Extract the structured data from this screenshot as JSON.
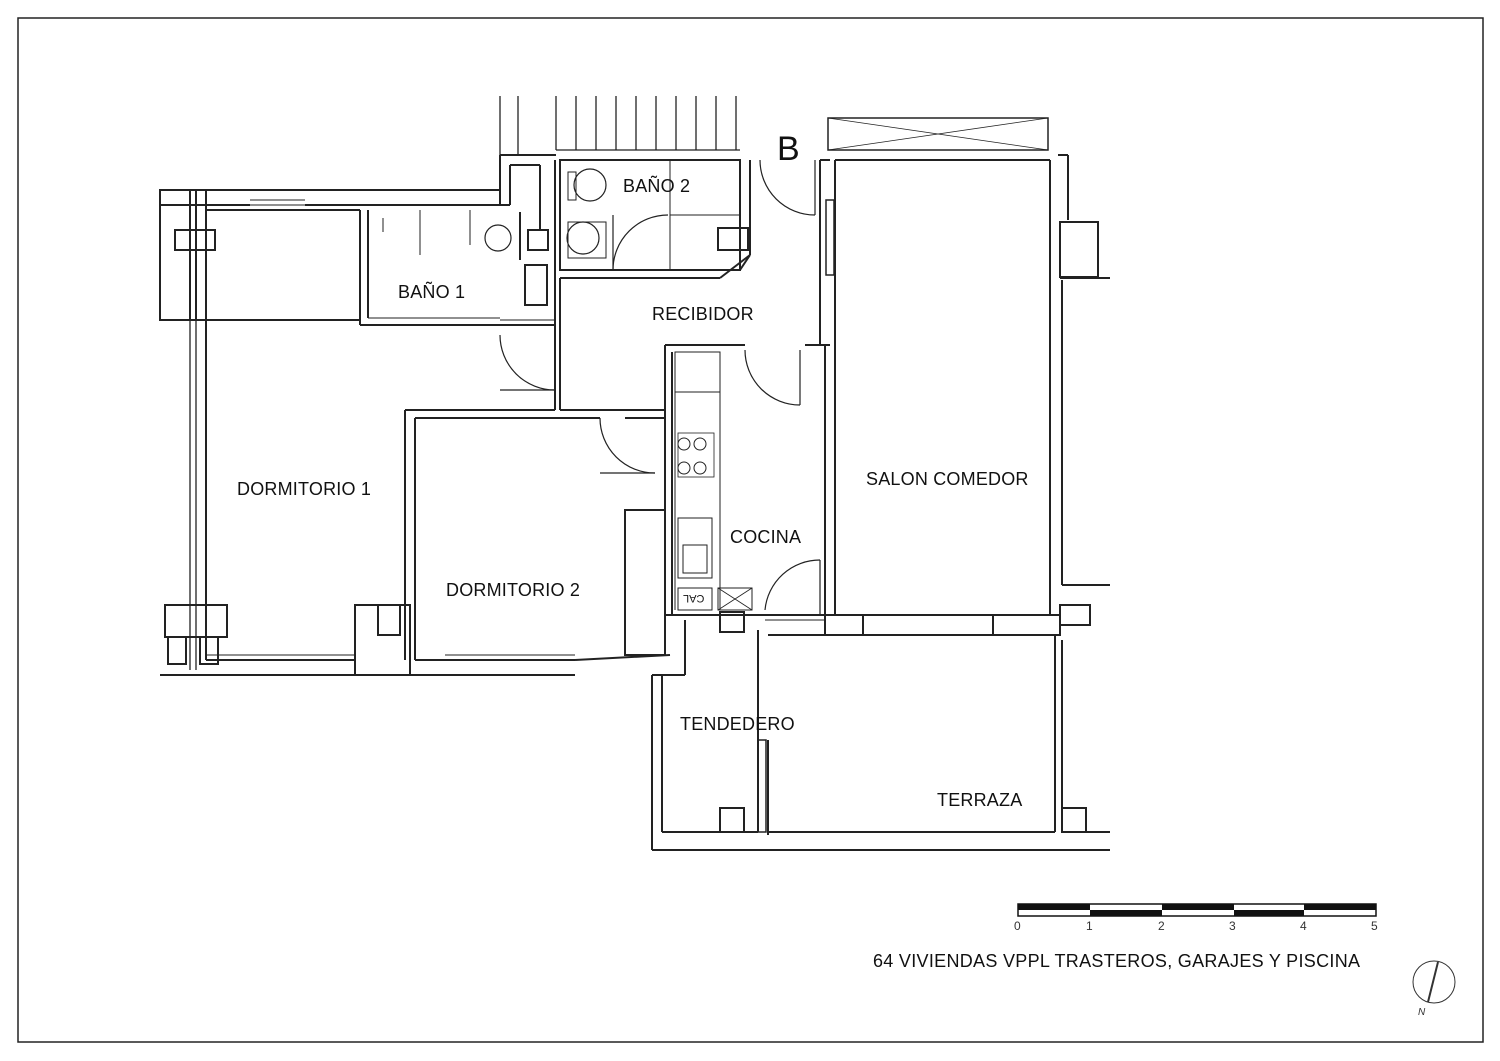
{
  "unit_label": "B",
  "rooms": {
    "bano2": "BAÑO 2",
    "bano1": "BAÑO 1",
    "recibidor": "RECIBIDOR",
    "dormitorio1": "DORMITORIO 1",
    "salon_comedor": "SALON COMEDOR",
    "cocina": "COCINA",
    "dormitorio2": "DORMITORIO 2",
    "tendedero": "TENDEDERO",
    "terraza": "TERRAZA"
  },
  "fixtures": {
    "cal": "CAL"
  },
  "scale_bar": {
    "ticks": [
      "0",
      "1",
      "2",
      "3",
      "4",
      "5"
    ]
  },
  "footer": {
    "title": "64 VIVIENDAS VPPL TRASTEROS, GARAJES Y PISCINA"
  },
  "north_arrow": {
    "label": "N"
  }
}
